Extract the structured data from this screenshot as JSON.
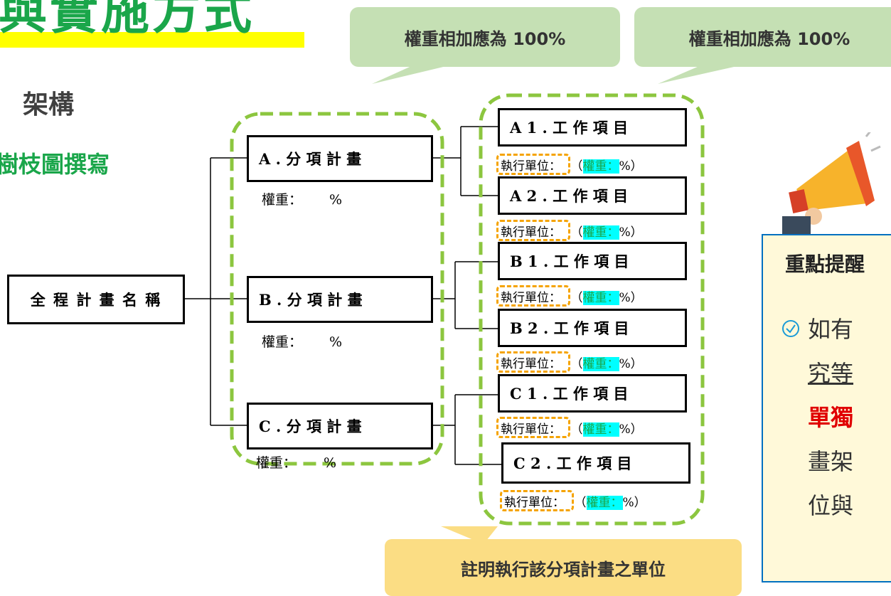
{
  "header": {
    "title": "與實施方式",
    "subtitle": "架構",
    "subheading": "樹枝圖撰寫"
  },
  "callouts": {
    "weight_sum_1": "權重相加應為 100%",
    "weight_sum_2": "權重相加應為 100%",
    "unit_note": "註明執行該分項計畫之單位"
  },
  "tree": {
    "root": "全 程 計 畫 名 稱",
    "subprojects": [
      {
        "label": "A .  分 項 計 畫",
        "weight_label": "權重：",
        "weight_unit": "%"
      },
      {
        "label": "B .  分 項 計 畫",
        "weight_label": "權重：",
        "weight_unit": "%"
      },
      {
        "label": "C .  分 項 計 畫",
        "weight_label": "權重：",
        "weight_unit": "%"
      }
    ],
    "work_items": [
      {
        "label": "A 1 . 工 作 項 目"
      },
      {
        "label": "A 2 . 工 作 項 目"
      },
      {
        "label": "B 1 . 工 作 項 目"
      },
      {
        "label": "B 2 . 工 作 項 目"
      },
      {
        "label": "C 1 . 工 作 項 目"
      },
      {
        "label": "C 2 . 工 作 項 目"
      }
    ],
    "unit_label": "執行單位",
    "unit_colon": "：",
    "weight_open": "（",
    "weight_label": "權重：",
    "weight_unit": "%）"
  },
  "notice": {
    "title": "重點提醒",
    "lines": [
      "如有",
      "究等",
      "單獨",
      "畫架",
      "位與"
    ],
    "check_icon": "check-circle-icon",
    "megaphone_icon": "megaphone-icon"
  },
  "colors": {
    "green": "#1aa64a",
    "highlight": "#ffff00",
    "callout_green": "#c5e0b4",
    "callout_yellow": "#fbdd84",
    "dashed_green": "#8cc63f",
    "dashed_orange": "#f5a300",
    "cyan": "#00ffff",
    "notice_border": "#0070c0",
    "notice_red": "#e00000"
  }
}
